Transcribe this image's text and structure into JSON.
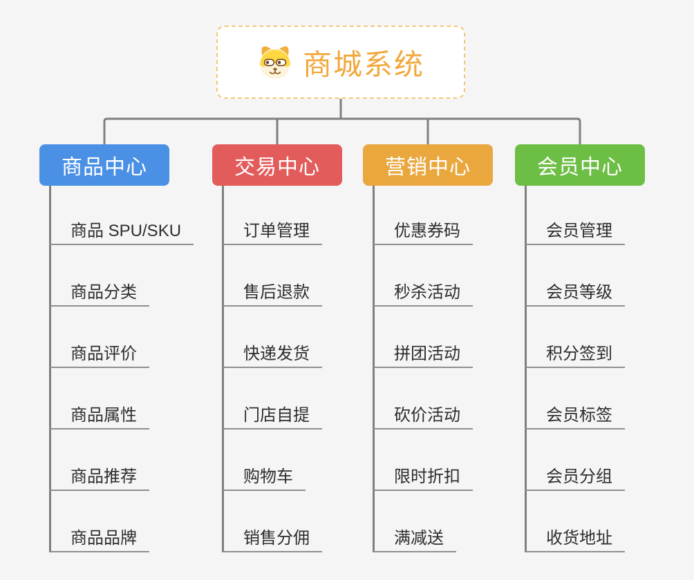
{
  "canvas": {
    "background": "#f5f5f5",
    "connector_color": "#7f7f7f",
    "underline_color": "#8e8e8e"
  },
  "root": {
    "title": "商城系统",
    "icon": "shiba-dog-icon",
    "text_color": "#f1a83c",
    "border_color": "#f5c678",
    "background": "#ffffff"
  },
  "branches": [
    {
      "id": "product-center",
      "label": "商品中心",
      "color": "#4a90e5",
      "items": [
        "商品 SPU/SKU",
        "商品分类",
        "商品评价",
        "商品属性",
        "商品推荐",
        "商品品牌"
      ]
    },
    {
      "id": "trade-center",
      "label": "交易中心",
      "color": "#e35c5c",
      "items": [
        "订单管理",
        "售后退款",
        "快递发货",
        "门店自提",
        "购物车",
        "销售分佣"
      ]
    },
    {
      "id": "marketing-center",
      "label": "营销中心",
      "color": "#eaa73e",
      "items": [
        "优惠券码",
        "秒杀活动",
        "拼团活动",
        "砍价活动",
        "限时折扣",
        "满减送"
      ]
    },
    {
      "id": "member-center",
      "label": "会员中心",
      "color": "#6dbe44",
      "items": [
        "会员管理",
        "会员等级",
        "积分签到",
        "会员标签",
        "会员分组",
        "收货地址"
      ]
    }
  ]
}
